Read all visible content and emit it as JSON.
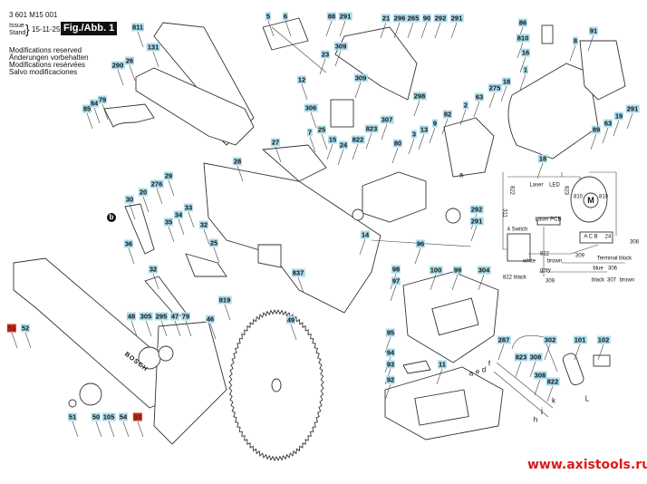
{
  "header": {
    "part_number": "3 601 M15 001",
    "issue_label_1": "Issue",
    "issue_label_2": "Stand",
    "issue_date": "15-11-25",
    "figure": "Fig./Abb. 1",
    "notes": [
      "Modifications reserved",
      "Änderungen vorbehalten",
      "Modifications resérvées",
      "Salvo modificaciones"
    ]
  },
  "callouts": [
    {
      "n": "811"
    },
    {
      "n": "131"
    },
    {
      "n": "26"
    },
    {
      "n": "290"
    },
    {
      "n": "79"
    },
    {
      "n": "84"
    },
    {
      "n": "85"
    },
    {
      "n": "5"
    },
    {
      "n": "6"
    },
    {
      "n": "88"
    },
    {
      "n": "291"
    },
    {
      "n": "309"
    },
    {
      "n": "23"
    },
    {
      "n": "12"
    },
    {
      "n": "309"
    },
    {
      "n": "306"
    },
    {
      "n": "307"
    },
    {
      "n": "823"
    },
    {
      "n": "822"
    },
    {
      "n": "24"
    },
    {
      "n": "7"
    },
    {
      "n": "25"
    },
    {
      "n": "15"
    },
    {
      "n": "27"
    },
    {
      "n": "28"
    },
    {
      "n": "21"
    },
    {
      "n": "296"
    },
    {
      "n": "265"
    },
    {
      "n": "90"
    },
    {
      "n": "298"
    },
    {
      "n": "292"
    },
    {
      "n": "291"
    },
    {
      "n": "86"
    },
    {
      "n": "810"
    },
    {
      "n": "16"
    },
    {
      "n": "8"
    },
    {
      "n": "91"
    },
    {
      "n": "1"
    },
    {
      "n": "18"
    },
    {
      "n": "275"
    },
    {
      "n": "63"
    },
    {
      "n": "2"
    },
    {
      "n": "82"
    },
    {
      "n": "9"
    },
    {
      "n": "13"
    },
    {
      "n": "3"
    },
    {
      "n": "80"
    },
    {
      "n": "291"
    },
    {
      "n": "19"
    },
    {
      "n": "63"
    },
    {
      "n": "89"
    },
    {
      "n": "18"
    },
    {
      "n": "29"
    },
    {
      "n": "276"
    },
    {
      "n": "20"
    },
    {
      "n": "30"
    },
    {
      "n": "35"
    },
    {
      "n": "34"
    },
    {
      "n": "33"
    },
    {
      "n": "32"
    },
    {
      "n": "25"
    },
    {
      "n": "36"
    },
    {
      "n": "32"
    },
    {
      "n": "14"
    },
    {
      "n": "96"
    },
    {
      "n": "837"
    },
    {
      "n": "819"
    },
    {
      "n": "292"
    },
    {
      "n": "291"
    },
    {
      "n": "98"
    },
    {
      "n": "97"
    },
    {
      "n": "100"
    },
    {
      "n": "99"
    },
    {
      "n": "304"
    },
    {
      "n": "95"
    },
    {
      "n": "94"
    },
    {
      "n": "93"
    },
    {
      "n": "92"
    },
    {
      "n": "11"
    },
    {
      "n": "53",
      "highlight": true
    },
    {
      "n": "52"
    },
    {
      "n": "48"
    },
    {
      "n": "305"
    },
    {
      "n": "295"
    },
    {
      "n": "47"
    },
    {
      "n": "79"
    },
    {
      "n": "46"
    },
    {
      "n": "49"
    },
    {
      "n": "51"
    },
    {
      "n": "50"
    },
    {
      "n": "105"
    },
    {
      "n": "54"
    },
    {
      "n": "53",
      "highlight": true
    },
    {
      "n": "287"
    },
    {
      "n": "302"
    },
    {
      "n": "101"
    },
    {
      "n": "102"
    },
    {
      "n": "823"
    },
    {
      "n": "308"
    },
    {
      "n": "308"
    },
    {
      "n": "822"
    }
  ],
  "letters": [
    "b",
    "a",
    "a",
    "e",
    "d",
    "f",
    "k",
    "L",
    "j",
    "h"
  ],
  "circuit": {
    "labels": [
      "311",
      "822",
      "823",
      "Laser",
      "LED",
      "810",
      "M",
      "810",
      "Laser PCB",
      "4 Switch",
      "A C B",
      "24",
      "308",
      "822",
      "309",
      "306",
      "307",
      "309",
      "822",
      "black",
      "Terminal block",
      "white",
      "brown",
      "blue",
      "black",
      "brown",
      "grey"
    ]
  },
  "brand_text": "BOSCH",
  "watermark": "www.axistools.ru",
  "colors": {
    "callout": "#a9dcec",
    "callout_highlight": "#c8321e",
    "watermark": "#e01818"
  }
}
